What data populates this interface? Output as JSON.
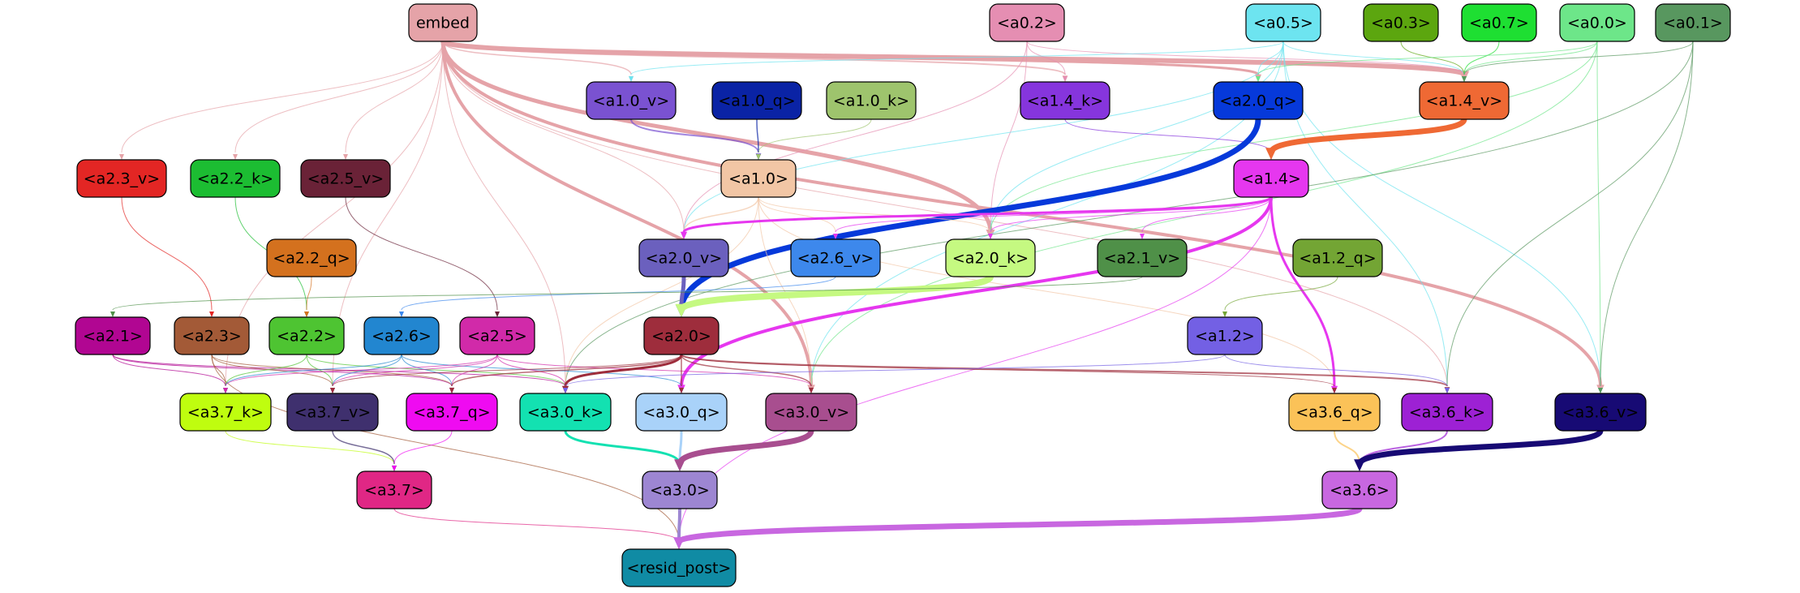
{
  "nodes": [
    {
      "id": "embed",
      "label": "embed",
      "fill": "#e5a3a8",
      "text": "#000000"
    },
    {
      "id": "a0.2",
      "label": "<a0.2>",
      "fill": "#e58eb2",
      "text": "#000000"
    },
    {
      "id": "a0.5",
      "label": "<a0.5>",
      "fill": "#6de4f0",
      "text": "#000000"
    },
    {
      "id": "a0.3",
      "label": "<a0.3>",
      "fill": "#5ca60f",
      "text": "#000000"
    },
    {
      "id": "a0.7",
      "label": "<a0.7>",
      "fill": "#1edf32",
      "text": "#000000"
    },
    {
      "id": "a0.0",
      "label": "<a0.0>",
      "fill": "#6de689",
      "text": "#000000"
    },
    {
      "id": "a0.1",
      "label": "<a0.1>",
      "fill": "#58975f",
      "text": "#000000"
    },
    {
      "id": "a1.0_v",
      "label": "<a1.0_v>",
      "fill": "#7a52d1",
      "text": "#000000"
    },
    {
      "id": "a1.0_q",
      "label": "<a1.0_q>",
      "fill": "#0a23a5",
      "text": "#000000"
    },
    {
      "id": "a1.0_k",
      "label": "<a1.0_k>",
      "fill": "#9ec46d",
      "text": "#000000"
    },
    {
      "id": "a1.4_k",
      "label": "<a1.4_k>",
      "fill": "#8635dd",
      "text": "#000000"
    },
    {
      "id": "a2.0_q",
      "label": "<a2.0_q>",
      "fill": "#0639da",
      "text": "#000000"
    },
    {
      "id": "a1.4_v",
      "label": "<a1.4_v>",
      "fill": "#ef6934",
      "text": "#000000"
    },
    {
      "id": "a2.3_v",
      "label": "<a2.3_v>",
      "fill": "#e32624",
      "text": "#000000"
    },
    {
      "id": "a2.2_k",
      "label": "<a2.2_k>",
      "fill": "#1cbd32",
      "text": "#000000"
    },
    {
      "id": "a2.5_v",
      "label": "<a2.5_v>",
      "fill": "#6a2237",
      "text": "#000000"
    },
    {
      "id": "a1.0",
      "label": "<a1.0>",
      "fill": "#f2c6a5",
      "text": "#000000"
    },
    {
      "id": "a1.4",
      "label": "<a1.4>",
      "fill": "#e637ef",
      "text": "#000000"
    },
    {
      "id": "a2.2_q",
      "label": "<a2.2_q>",
      "fill": "#d4711e",
      "text": "#000000"
    },
    {
      "id": "a2.0_v",
      "label": "<a2.0_v>",
      "fill": "#6b60be",
      "text": "#000000"
    },
    {
      "id": "a2.6_v",
      "label": "<a2.6_v>",
      "fill": "#3d88ec",
      "text": "#000000"
    },
    {
      "id": "a2.0_k",
      "label": "<a2.0_k>",
      "fill": "#c5f981",
      "text": "#000000"
    },
    {
      "id": "a2.1_v",
      "label": "<a2.1_v>",
      "fill": "#4f9048",
      "text": "#000000"
    },
    {
      "id": "a1.2_q",
      "label": "<a1.2_q>",
      "fill": "#73a534",
      "text": "#000000"
    },
    {
      "id": "a2.1",
      "label": "<a2.1>",
      "fill": "#b10692",
      "text": "#000000"
    },
    {
      "id": "a2.3",
      "label": "<a2.3>",
      "fill": "#a35a37",
      "text": "#000000"
    },
    {
      "id": "a2.2",
      "label": "<a2.2>",
      "fill": "#4ec432",
      "text": "#000000"
    },
    {
      "id": "a2.6",
      "label": "<a2.6>",
      "fill": "#2286d0",
      "text": "#000000"
    },
    {
      "id": "a2.5",
      "label": "<a2.5>",
      "fill": "#d12aa9",
      "text": "#000000"
    },
    {
      "id": "a2.0",
      "label": "<a2.0>",
      "fill": "#9e2d3c",
      "text": "#000000"
    },
    {
      "id": "a1.2",
      "label": "<a1.2>",
      "fill": "#7360e4",
      "text": "#000000"
    },
    {
      "id": "a3.7_k",
      "label": "<a3.7_k>",
      "fill": "#bffd0f",
      "text": "#000000"
    },
    {
      "id": "a3.7_v",
      "label": "<a3.7_v>",
      "fill": "#3f306e",
      "text": "#000000"
    },
    {
      "id": "a3.7_q",
      "label": "<a3.7_q>",
      "fill": "#ef0bf1",
      "text": "#000000"
    },
    {
      "id": "a3.0_k",
      "label": "<a3.0_k>",
      "fill": "#13e1b1",
      "text": "#000000"
    },
    {
      "id": "a3.0_q",
      "label": "<a3.0_q>",
      "fill": "#a9d2f9",
      "text": "#000000"
    },
    {
      "id": "a3.0_v",
      "label": "<a3.0_v>",
      "fill": "#a84e8f",
      "text": "#000000"
    },
    {
      "id": "a3.6_q",
      "label": "<a3.6_q>",
      "fill": "#fbc258",
      "text": "#000000"
    },
    {
      "id": "a3.6_k",
      "label": "<a3.6_k>",
      "fill": "#9d21d4",
      "text": "#000000"
    },
    {
      "id": "a3.6_v",
      "label": "<a3.6_v>",
      "fill": "#170a74",
      "text": "#000000"
    },
    {
      "id": "a3.7",
      "label": "<a3.7>",
      "fill": "#e02785",
      "text": "#000000"
    },
    {
      "id": "a3.0",
      "label": "<a3.0>",
      "fill": "#9d86d2",
      "text": "#000000"
    },
    {
      "id": "a3.6",
      "label": "<a3.6>",
      "fill": "#c867e0",
      "text": "#000000"
    },
    {
      "id": "resid_post",
      "label": "<resid_post>",
      "fill": "#108ba4",
      "text": "#000000"
    }
  ],
  "edges": [
    {
      "from": "embed",
      "to": "a1.4_v",
      "color": "#e5a3a8",
      "width": 6
    },
    {
      "from": "embed",
      "to": "a2.0_k",
      "color": "#e5a3a8",
      "width": 5
    },
    {
      "from": "embed",
      "to": "a3.6_v",
      "color": "#e5a3a8",
      "width": 4
    },
    {
      "from": "embed",
      "to": "a3.0_v",
      "color": "#e5a3a8",
      "width": 4
    },
    {
      "from": "embed",
      "to": "a2.0_q",
      "color": "#e5a3a8",
      "width": 3
    },
    {
      "from": "embed",
      "to": "a1.4_k",
      "color": "#e5a3a8",
      "width": 2
    },
    {
      "from": "embed",
      "to": "a1.0_v",
      "color": "#e5a3a8",
      "width": 1.5
    },
    {
      "from": "embed",
      "to": "a2.3_v",
      "color": "#e5a3a8",
      "width": 1
    },
    {
      "from": "embed",
      "to": "a2.2_k",
      "color": "#e5a3a8",
      "width": 1
    },
    {
      "from": "embed",
      "to": "a2.5_v",
      "color": "#e5a3a8",
      "width": 1
    },
    {
      "from": "embed",
      "to": "a2.0_v",
      "color": "#e5a3a8",
      "width": 1
    },
    {
      "from": "embed",
      "to": "a3.7_k",
      "color": "#e5a3a8",
      "width": 1
    },
    {
      "from": "embed",
      "to": "a3.7_v",
      "color": "#e5a3a8",
      "width": 1
    },
    {
      "from": "embed",
      "to": "a3.0_k",
      "color": "#e5a3a8",
      "width": 1
    },
    {
      "from": "embed",
      "to": "a3.6_k",
      "color": "#e5a3a8",
      "width": 1
    },
    {
      "from": "a0.2",
      "to": "a1.4_k",
      "color": "#e58eb2",
      "width": 1
    },
    {
      "from": "a0.2",
      "to": "a2.0_k",
      "color": "#e58eb2",
      "width": 1
    },
    {
      "from": "a0.2",
      "to": "a1.4_v",
      "color": "#e58eb2",
      "width": 1
    },
    {
      "from": "a0.2",
      "to": "a2.0_v",
      "color": "#e58eb2",
      "width": 1
    },
    {
      "from": "a0.5",
      "to": "a1.0_v",
      "color": "#6de4f0",
      "width": 1
    },
    {
      "from": "a0.5",
      "to": "a2.0_q",
      "color": "#6de4f0",
      "width": 1
    },
    {
      "from": "a0.5",
      "to": "a1.4_v",
      "color": "#6de4f0",
      "width": 1
    },
    {
      "from": "a0.5",
      "to": "a2.0_k",
      "color": "#6de4f0",
      "width": 1
    },
    {
      "from": "a0.5",
      "to": "a2.0_v",
      "color": "#6de4f0",
      "width": 1
    },
    {
      "from": "a0.5",
      "to": "a3.6_v",
      "color": "#6de4f0",
      "width": 1
    },
    {
      "from": "a0.5",
      "to": "a3.6_k",
      "color": "#6de4f0",
      "width": 1
    },
    {
      "from": "a0.5",
      "to": "a3.0_v",
      "color": "#6de4f0",
      "width": 1
    },
    {
      "from": "a0.3",
      "to": "a1.4_v",
      "color": "#5ca60f",
      "width": 1
    },
    {
      "from": "a0.7",
      "to": "a1.4_v",
      "color": "#1edf32",
      "width": 1
    },
    {
      "from": "a0.0",
      "to": "a1.4_v",
      "color": "#6de689",
      "width": 1
    },
    {
      "from": "a0.0",
      "to": "a2.0_q",
      "color": "#6de689",
      "width": 1
    },
    {
      "from": "a0.0",
      "to": "a2.0_k",
      "color": "#6de689",
      "width": 1
    },
    {
      "from": "a0.0",
      "to": "a3.6_v",
      "color": "#6de689",
      "width": 1
    },
    {
      "from": "a0.0",
      "to": "a3.0_v",
      "color": "#6de689",
      "width": 1
    },
    {
      "from": "a0.1",
      "to": "a1.4_v",
      "color": "#58975f",
      "width": 1
    },
    {
      "from": "a0.1",
      "to": "a3.6_v",
      "color": "#58975f",
      "width": 1
    },
    {
      "from": "a0.1",
      "to": "a3.6_k",
      "color": "#58975f",
      "width": 1
    },
    {
      "from": "a0.1",
      "to": "a3.0_k",
      "color": "#58975f",
      "width": 1
    },
    {
      "from": "a1.0_v",
      "to": "a1.0",
      "color": "#7a52d1",
      "width": 2
    },
    {
      "from": "a1.0_q",
      "to": "a1.0",
      "color": "#0a23a5",
      "width": 1.5
    },
    {
      "from": "a1.0_k",
      "to": "a1.0",
      "color": "#9ec46d",
      "width": 1
    },
    {
      "from": "a1.4_k",
      "to": "a1.4",
      "color": "#8635dd",
      "width": 1
    },
    {
      "from": "a1.4_v",
      "to": "a1.4",
      "color": "#ef6934",
      "width": 7
    },
    {
      "from": "a2.0_q",
      "to": "a2.0",
      "color": "#0639da",
      "width": 7
    },
    {
      "from": "a1.0",
      "to": "a2.0_v",
      "color": "#f2c6a5",
      "width": 1.5
    },
    {
      "from": "a1.0",
      "to": "a2.0_k",
      "color": "#f2c6a5",
      "width": 1
    },
    {
      "from": "a1.0",
      "to": "a2.6_v",
      "color": "#f2c6a5",
      "width": 1
    },
    {
      "from": "a1.0",
      "to": "a3.0_k",
      "color": "#f2c6a5",
      "width": 1
    },
    {
      "from": "a1.0",
      "to": "a3.0_v",
      "color": "#f2c6a5",
      "width": 1
    },
    {
      "from": "a1.0",
      "to": "a3.6_q",
      "color": "#f2c6a5",
      "width": 1
    },
    {
      "from": "a1.4",
      "to": "a2.0_v",
      "color": "#e637ef",
      "width": 3
    },
    {
      "from": "a1.4",
      "to": "a3.0_q",
      "color": "#e637ef",
      "width": 4
    },
    {
      "from": "a1.4",
      "to": "a3.6_q",
      "color": "#e637ef",
      "width": 3
    },
    {
      "from": "a1.4",
      "to": "a2.1_v",
      "color": "#e637ef",
      "width": 1
    },
    {
      "from": "a1.4",
      "to": "a2.6_v",
      "color": "#e637ef",
      "width": 1
    },
    {
      "from": "a1.4",
      "to": "a2.0_k",
      "color": "#e637ef",
      "width": 1
    },
    {
      "from": "a1.4",
      "to": "resid_post",
      "color": "#e637ef",
      "width": 1
    },
    {
      "from": "a2.3_v",
      "to": "a2.3",
      "color": "#e32624",
      "width": 1
    },
    {
      "from": "a2.2_k",
      "to": "a2.2",
      "color": "#1cbd32",
      "width": 1
    },
    {
      "from": "a2.5_v",
      "to": "a2.5",
      "color": "#6a2237",
      "width": 1
    },
    {
      "from": "a2.2_q",
      "to": "a2.2",
      "color": "#d4711e",
      "width": 1
    },
    {
      "from": "a2.0_v",
      "to": "a2.0",
      "color": "#6b60be",
      "width": 5
    },
    {
      "from": "a2.0_k",
      "to": "a2.0",
      "color": "#c5f981",
      "width": 8
    },
    {
      "from": "a2.6_v",
      "to": "a2.6",
      "color": "#3d88ec",
      "width": 1
    },
    {
      "from": "a2.1_v",
      "to": "a2.1",
      "color": "#4f9048",
      "width": 1
    },
    {
      "from": "a1.2_q",
      "to": "a1.2",
      "color": "#73a534",
      "width": 1
    },
    {
      "from": "a2.1",
      "to": "a3.7_k",
      "color": "#b10692",
      "width": 1
    },
    {
      "from": "a2.1",
      "to": "a3.7_q",
      "color": "#b10692",
      "width": 1
    },
    {
      "from": "a2.1",
      "to": "a3.0_k",
      "color": "#b10692",
      "width": 1
    },
    {
      "from": "a2.3",
      "to": "a3.7_k",
      "color": "#a35a37",
      "width": 1
    },
    {
      "from": "a2.3",
      "to": "a3.7_v",
      "color": "#a35a37",
      "width": 1
    },
    {
      "from": "a2.3",
      "to": "a3.7_q",
      "color": "#a35a37",
      "width": 1
    },
    {
      "from": "a2.3",
      "to": "resid_post",
      "color": "#a35a37",
      "width": 1
    },
    {
      "from": "a2.2",
      "to": "a3.7_k",
      "color": "#4ec432",
      "width": 1
    },
    {
      "from": "a2.2",
      "to": "a3.7_v",
      "color": "#4ec432",
      "width": 1
    },
    {
      "from": "a2.2",
      "to": "a3.0_k",
      "color": "#4ec432",
      "width": 1
    },
    {
      "from": "a2.6",
      "to": "a3.7_k",
      "color": "#2286d0",
      "width": 1
    },
    {
      "from": "a2.6",
      "to": "a3.7_v",
      "color": "#2286d0",
      "width": 1
    },
    {
      "from": "a2.6",
      "to": "a3.7_q",
      "color": "#2286d0",
      "width": 1
    },
    {
      "from": "a2.6",
      "to": "a3.0_q",
      "color": "#2286d0",
      "width": 1
    },
    {
      "from": "a2.5",
      "to": "a3.7_k",
      "color": "#d12aa9",
      "width": 1
    },
    {
      "from": "a2.5",
      "to": "a3.7_v",
      "color": "#d12aa9",
      "width": 1
    },
    {
      "from": "a2.5",
      "to": "a3.7_q",
      "color": "#d12aa9",
      "width": 1
    },
    {
      "from": "a2.5",
      "to": "a3.0_k",
      "color": "#d12aa9",
      "width": 1
    },
    {
      "from": "a2.5",
      "to": "a3.0_v",
      "color": "#d12aa9",
      "width": 1
    },
    {
      "from": "a2.0",
      "to": "a3.0_k",
      "color": "#9e2d3c",
      "width": 3
    },
    {
      "from": "a2.0",
      "to": "a3.0_q",
      "color": "#9e2d3c",
      "width": 1.5
    },
    {
      "from": "a2.0",
      "to": "a3.0_v",
      "color": "#9e2d3c",
      "width": 1.5
    },
    {
      "from": "a2.0",
      "to": "a3.7_q",
      "color": "#9e2d3c",
      "width": 1.5
    },
    {
      "from": "a2.0",
      "to": "a3.7_v",
      "color": "#9e2d3c",
      "width": 1
    },
    {
      "from": "a2.0",
      "to": "a3.6_q",
      "color": "#9e2d3c",
      "width": 1
    },
    {
      "from": "a2.0",
      "to": "a3.6_k",
      "color": "#9e2d3c",
      "width": 2
    },
    {
      "from": "a1.2",
      "to": "a3.6_k",
      "color": "#7360e4",
      "width": 1
    },
    {
      "from": "a1.2",
      "to": "a3.0_k",
      "color": "#7360e4",
      "width": 1
    },
    {
      "from": "a3.7_k",
      "to": "a3.7",
      "color": "#bffd0f",
      "width": 1
    },
    {
      "from": "a3.7_v",
      "to": "a3.7",
      "color": "#3f306e",
      "width": 1.5
    },
    {
      "from": "a3.7_q",
      "to": "a3.7",
      "color": "#ef0bf1",
      "width": 1
    },
    {
      "from": "a3.0_k",
      "to": "a3.0",
      "color": "#13e1b1",
      "width": 3
    },
    {
      "from": "a3.0_q",
      "to": "a3.0",
      "color": "#a9d2f9",
      "width": 3
    },
    {
      "from": "a3.0_v",
      "to": "a3.0",
      "color": "#a84e8f",
      "width": 7
    },
    {
      "from": "a3.6_q",
      "to": "a3.6",
      "color": "#fbc258",
      "width": 2
    },
    {
      "from": "a3.6_k",
      "to": "a3.6",
      "color": "#9d21d4",
      "width": 2
    },
    {
      "from": "a3.6_v",
      "to": "a3.6",
      "color": "#170a74",
      "width": 7
    },
    {
      "from": "a3.7",
      "to": "resid_post",
      "color": "#e02785",
      "width": 1
    },
    {
      "from": "a3.0",
      "to": "resid_post",
      "color": "#9d86d2",
      "width": 4
    },
    {
      "from": "a3.6",
      "to": "resid_post",
      "color": "#c867e0",
      "width": 7
    }
  ]
}
